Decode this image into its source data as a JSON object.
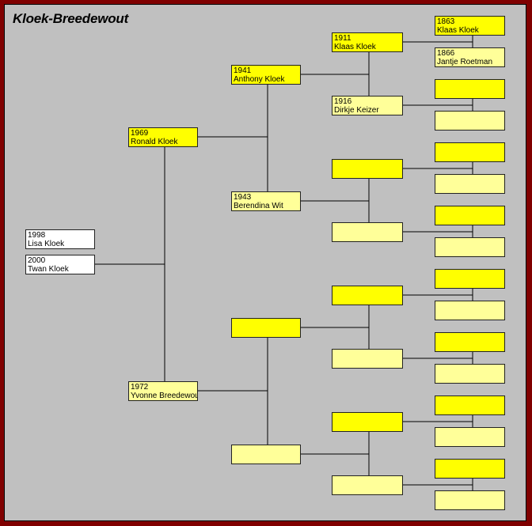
{
  "title": "Kloek-Breedewout",
  "children": [
    {
      "id": "c1",
      "year": "1998",
      "name": "Lisa Kloek"
    },
    {
      "id": "c2",
      "year": "2000",
      "name": "Twan Kloek"
    }
  ],
  "ancestors": {
    "g1_0": {
      "year": "1969",
      "name": "Ronald Kloek"
    },
    "g1_1": {
      "year": "1972",
      "name": "Yvonne Breedewout"
    },
    "g2_0": {
      "year": "1941",
      "name": "Anthony Kloek"
    },
    "g2_1": {
      "year": "1943",
      "name": "Berendina Wit"
    },
    "g2_2": {
      "year": "",
      "name": ""
    },
    "g2_3": {
      "year": "",
      "name": ""
    },
    "g3_0": {
      "year": "1911",
      "name": "Klaas Kloek"
    },
    "g3_1": {
      "year": "1916",
      "name": "Dirkje Keizer"
    },
    "g3_2": {
      "year": "",
      "name": ""
    },
    "g3_3": {
      "year": "",
      "name": ""
    },
    "g3_4": {
      "year": "",
      "name": ""
    },
    "g3_5": {
      "year": "",
      "name": ""
    },
    "g3_6": {
      "year": "",
      "name": ""
    },
    "g3_7": {
      "year": "",
      "name": ""
    },
    "g4_0": {
      "year": "1863",
      "name": "Klaas Kloek"
    },
    "g4_1": {
      "year": "1866",
      "name": "Jantje Roetman"
    },
    "g4_2": {
      "year": "",
      "name": ""
    },
    "g4_3": {
      "year": "",
      "name": ""
    },
    "g4_4": {
      "year": "",
      "name": ""
    },
    "g4_5": {
      "year": "",
      "name": ""
    },
    "g4_6": {
      "year": "",
      "name": ""
    },
    "g4_7": {
      "year": "",
      "name": ""
    },
    "g4_8": {
      "year": "",
      "name": ""
    },
    "g4_9": {
      "year": "",
      "name": ""
    },
    "g4_10": {
      "year": "",
      "name": ""
    },
    "g4_11": {
      "year": "",
      "name": ""
    },
    "g4_12": {
      "year": "",
      "name": ""
    },
    "g4_13": {
      "year": "",
      "name": ""
    },
    "g4_14": {
      "year": "",
      "name": ""
    },
    "g4_15": {
      "year": "",
      "name": ""
    }
  },
  "colors": {
    "frame": "#800000",
    "background": "#c0c0c0",
    "male": "#ffff00",
    "female": "#ffff99",
    "child": "#ffffff"
  }
}
